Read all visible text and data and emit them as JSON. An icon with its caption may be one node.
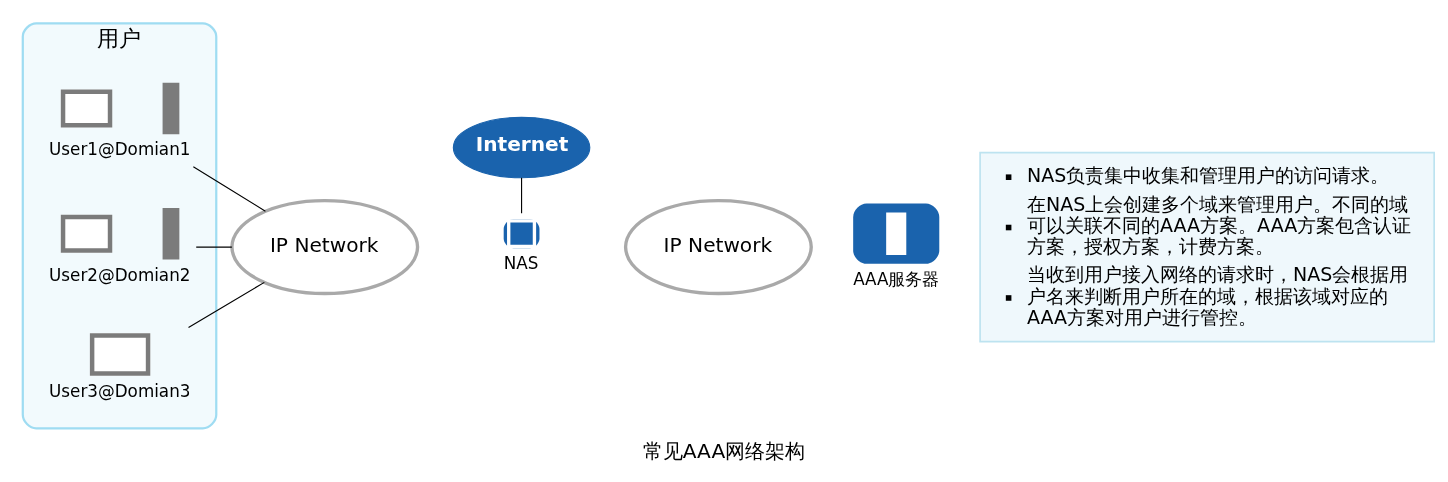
{
  "diagram": {
    "caption": "常见AAA网络架构",
    "nodes": [
      {
        "text": [
          "用户"
        ]
      },
      {
        "text": [
          "User1@Domian1"
        ],
        "in": 0
      },
      {
        "text": [
          "User2@Domian2"
        ],
        "in": 0
      },
      {
        "text": [
          "User3@Domian3"
        ],
        "in": 0
      },
      {
        "text": [
          "IP Network"
        ]
      },
      {
        "text": [
          "Internet"
        ]
      },
      {
        "text": [
          "NAS"
        ]
      },
      {
        "text": [
          "IP Network"
        ]
      },
      {
        "text": [
          "AAA服务器"
        ]
      },
      {
        "text": [
          "NAS负责集中收集和管理用户的访问请求。",
          "在NAS上会创建多个域来管理用户。不同的域可以关联不同的AAA方案。AAA方案包含认证方案，授权方案，计费方案。",
          "当收到用户接入网络的请求时，NAS会根据用户名来判断用户所在的域，根据该域对应的AAA方案对用户进行管控。"
        ]
      }
    ],
    "edges": [
      {
        "from": 1,
        "to": 4,
        "arrow": "none"
      },
      {
        "from": 2,
        "to": 4,
        "arrow": "none"
      },
      {
        "from": 3,
        "to": 4,
        "arrow": "none"
      },
      {
        "from": 5,
        "to": 6,
        "arrow": "none"
      }
    ]
  }
}
